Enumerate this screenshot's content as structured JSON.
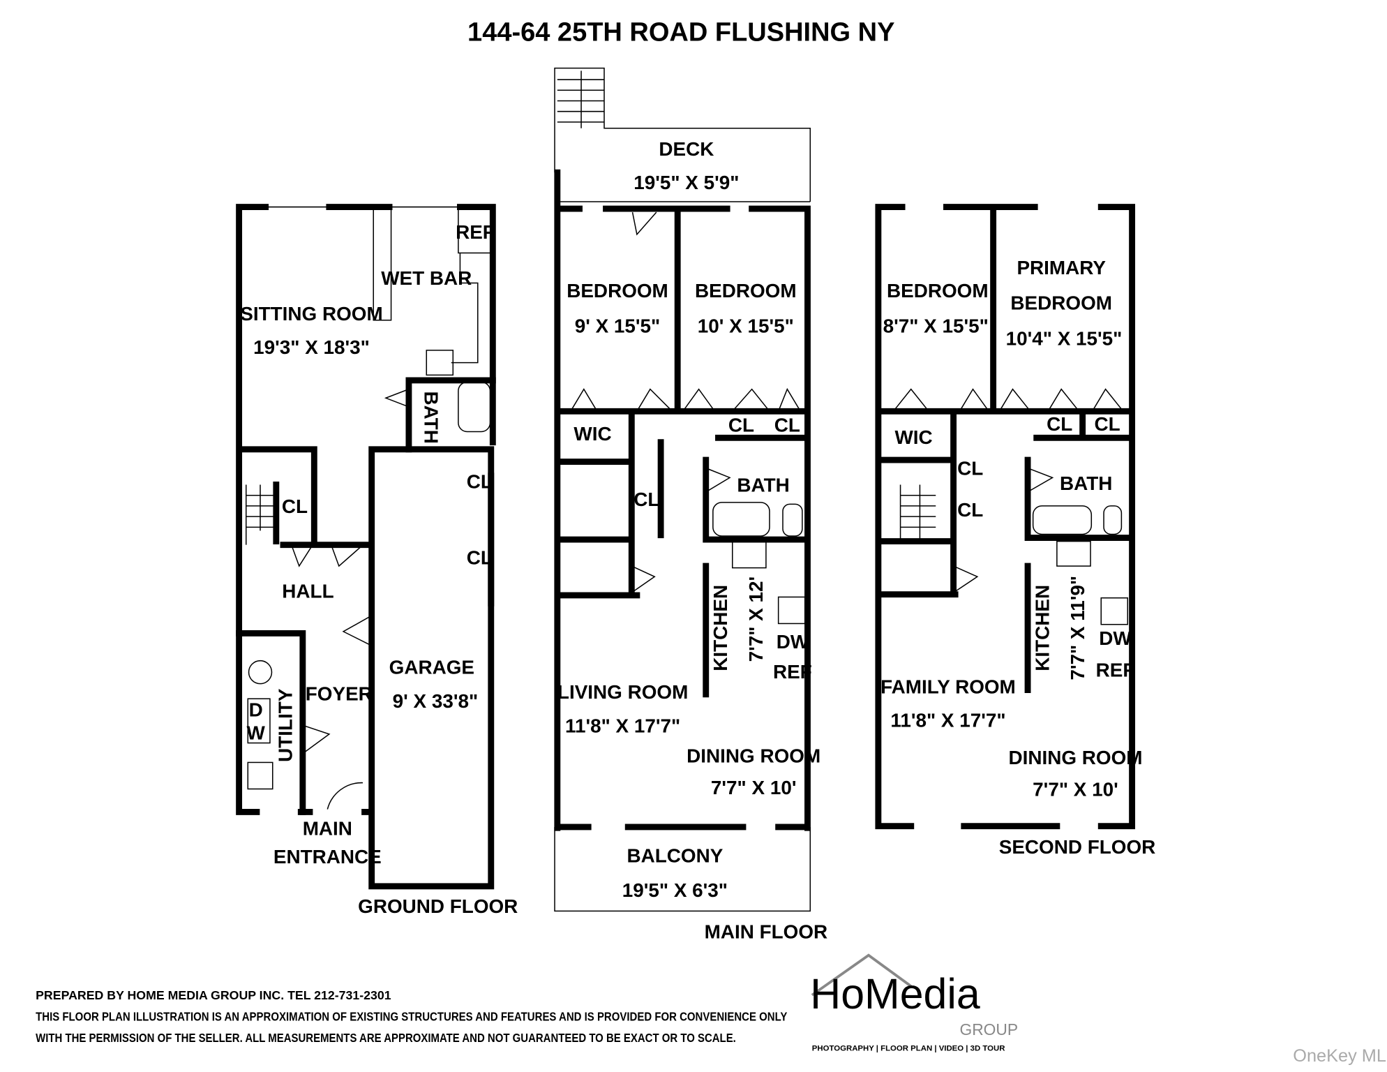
{
  "title": "144-64 25TH ROAD FLUSHING NY",
  "ground_floor": {
    "label": "GROUND FLOOR",
    "sitting_room": {
      "name": "SITTING ROOM",
      "size": "19'3\" X 18'3\""
    },
    "wet_bar": "WET BAR",
    "ref": "REF",
    "bath": "BATH",
    "cl1": "CL",
    "cl2": "CL",
    "cl3": "CL",
    "hall": "HALL",
    "foyer": "FOYER",
    "utility": "UTILITY",
    "d": "D",
    "w": "W",
    "garage": {
      "name": "GARAGE",
      "size": "9' X 33'8\""
    },
    "main_entrance_1": "MAIN",
    "main_entrance_2": "ENTRANCE"
  },
  "main_floor": {
    "label": "MAIN FLOOR",
    "deck": {
      "name": "DECK",
      "size": "19'5\" X 5'9\""
    },
    "bedroom1": {
      "name": "BEDROOM",
      "size": "9' X 15'5\""
    },
    "bedroom2": {
      "name": "BEDROOM",
      "size": "10' X 15'5\""
    },
    "wic": "WIC",
    "cl1": "CL",
    "cl2": "CL",
    "cl3": "CL",
    "bath": "BATH",
    "kitchen": {
      "name": "KITCHEN",
      "size": "7'7\" X 12'"
    },
    "dw": "DW",
    "ref": "REF",
    "living_room": {
      "name": "LIVING ROOM",
      "size": "11'8\" X 17'7\""
    },
    "dining_room": {
      "name": "DINING ROOM",
      "size": "7'7\" X 10'"
    },
    "balcony": {
      "name": "BALCONY",
      "size": "19'5\" X 6'3\""
    }
  },
  "second_floor": {
    "label": "SECOND FLOOR",
    "bedroom": {
      "name": "BEDROOM",
      "size": "8'7\" X 15'5\""
    },
    "primary_bedroom": {
      "name1": "PRIMARY",
      "name2": "BEDROOM",
      "size": "10'4\" X 15'5\""
    },
    "wic": "WIC",
    "cl1": "CL",
    "cl2": "CL",
    "cl3": "CL",
    "cl4": "CL",
    "bath": "BATH",
    "kitchen": {
      "name": "KITCHEN",
      "size": "7'7\" X 11'9\""
    },
    "dw": "DW",
    "ref": "REF",
    "family_room": {
      "name": "FAMILY ROOM",
      "size": "11'8\" X 17'7\""
    },
    "dining_room": {
      "name": "DINING ROOM",
      "size": "7'7\" X 10'"
    }
  },
  "footer": {
    "line1": "PREPARED BY  HOME MEDIA GROUP INC.  TEL 212-731-2301",
    "line2": "THIS FLOOR PLAN ILLUSTRATION IS AN APPROXIMATION OF EXISTING STRUCTURES AND FEATURES AND IS PROVIDED FOR CONVENIENCE ONLY",
    "line3": "WITH THE PERMISSION OF THE SELLER. ALL MEASUREMENTS ARE APPROXIMATE AND NOT GUARANTEED TO BE EXACT OR TO SCALE."
  },
  "logo": {
    "name": "HoMedia",
    "group": "GROUP",
    "tagline": "PHOTOGRAPHY | FLOOR PLAN | VIDEO | 3D TOUR"
  },
  "watermark": "OneKey MLS"
}
